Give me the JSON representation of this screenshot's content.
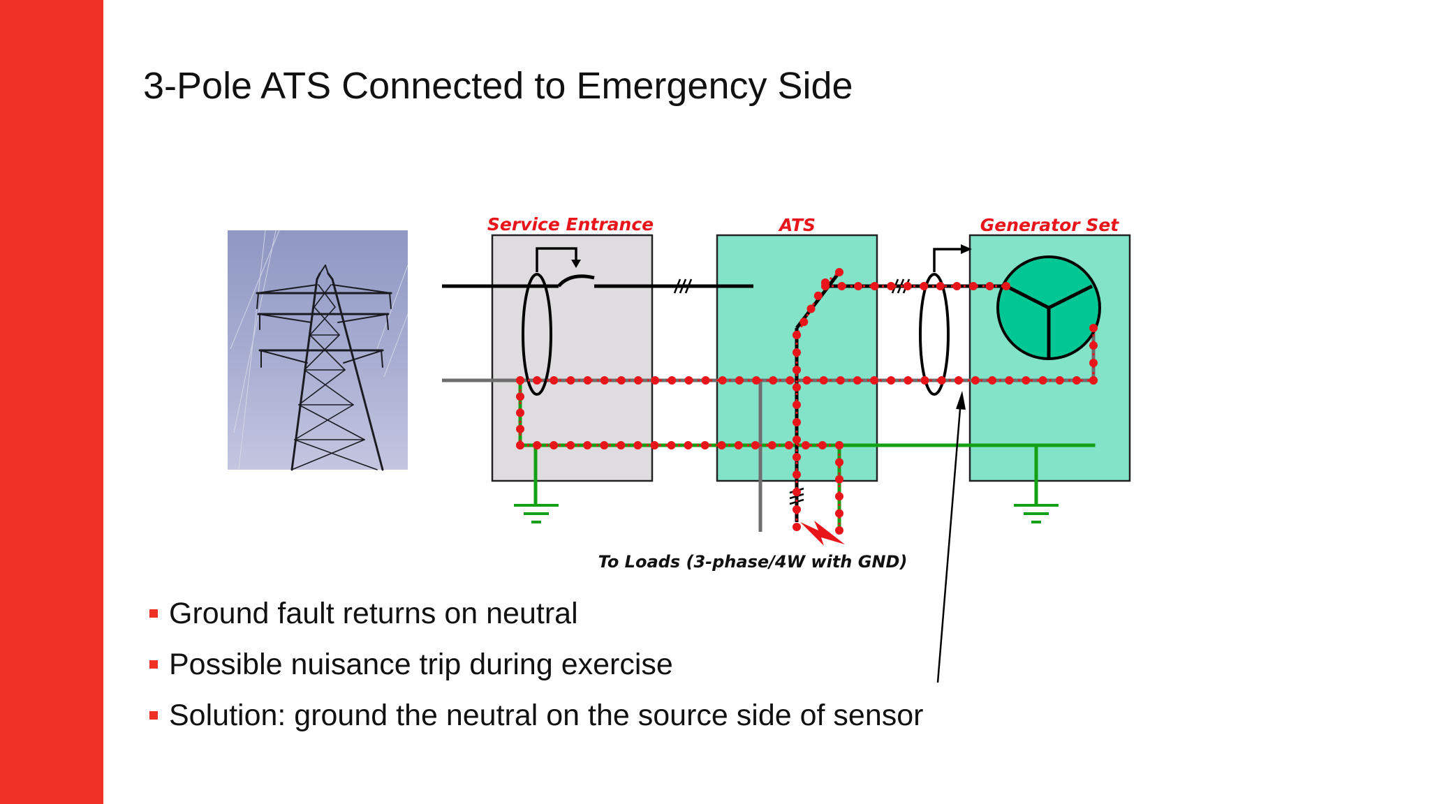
{
  "slide": {
    "title": "3-Pole ATS Connected to Emergency Side"
  },
  "colors": {
    "accent_red": "#ee3124",
    "fault_red": "#e8151b",
    "ats_fill": "#82e3c9",
    "service_fill": "#dedcde",
    "rotor_fill": "#00c794",
    "ground_green": "#14a014",
    "neutral_gray": "#6e6e6e",
    "label_red": "#e8151b"
  },
  "diagram": {
    "service_entrance_label": "Service Entrance",
    "ats_label": "ATS",
    "generator_label": "Generator Set",
    "loads_label": "To Loads (3-phase/4W with GND)",
    "tower_photo": "transmission-tower-photo"
  },
  "bullets": [
    "Ground fault returns on neutral",
    "Possible nuisance trip during exercise",
    "Solution: ground the neutral on the source side of sensor"
  ]
}
